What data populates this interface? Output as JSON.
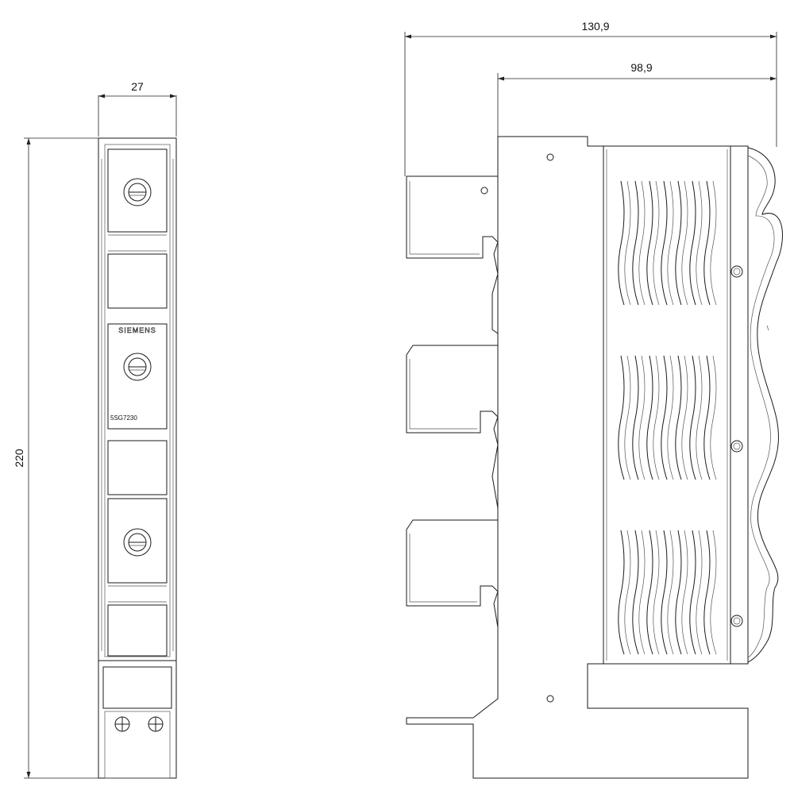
{
  "dimensions": {
    "width_front": "27",
    "height": "220",
    "depth_total": "130,9",
    "depth_body": "98,9"
  },
  "labels": {
    "brand": "SIEMENS",
    "part_number": "5SG7230"
  },
  "colors": {
    "line": "#1a1a1a",
    "background": "#ffffff"
  }
}
